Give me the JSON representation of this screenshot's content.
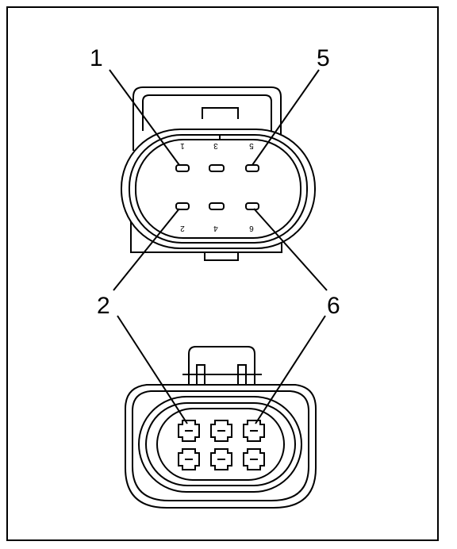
{
  "callouts": {
    "c1": "1",
    "c2": "2",
    "c5": "5",
    "c6": "6"
  },
  "pin_numbers": {
    "p1": "1",
    "p2": "2",
    "p3": "3",
    "p4": "4",
    "p5": "5",
    "p6": "6"
  },
  "colors": {
    "line": "#000000",
    "background": "#ffffff"
  }
}
